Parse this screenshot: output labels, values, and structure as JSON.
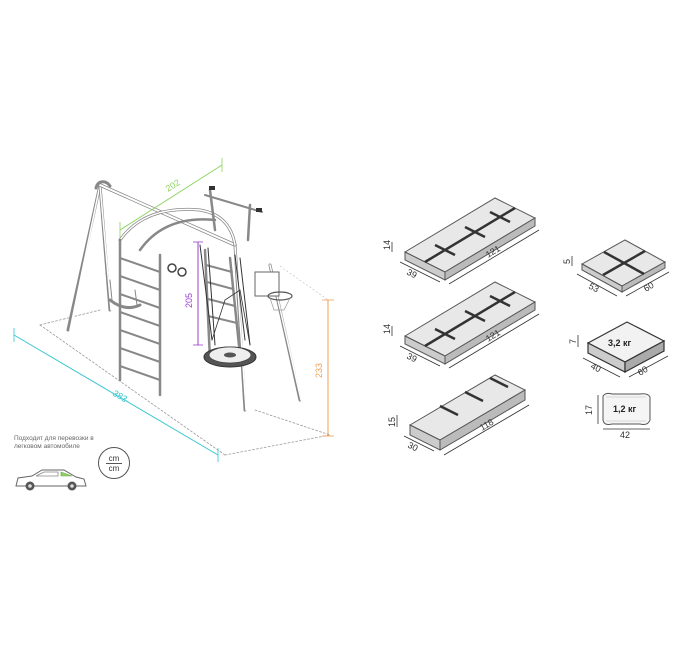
{
  "dimensions": {
    "width": "202",
    "height_bar": "205",
    "height_total": "233",
    "length": "383"
  },
  "colors": {
    "width": "#8dd35f",
    "height_bar": "#9b3fd1",
    "height_total": "#f0a050",
    "length": "#36c6cf",
    "frame": "#777777",
    "box_top": "#e8e8e8",
    "box_side": "#bbbbbb"
  },
  "transport_note": "Подходит для перевозки в легковом автомобиле",
  "units": {
    "top": "cm",
    "bottom": "cm"
  },
  "packages": [
    {
      "id": "box1",
      "height": "14",
      "depth": "39",
      "length": "121"
    },
    {
      "id": "box2",
      "height": "14",
      "depth": "39",
      "length": "121"
    },
    {
      "id": "box3",
      "height": "15",
      "depth": "30",
      "length": "118"
    },
    {
      "id": "box4",
      "height": "5",
      "depth": "53",
      "length": "60"
    },
    {
      "id": "box5",
      "height": "7",
      "depth": "40",
      "length": "60",
      "weight": "3,2 кг"
    },
    {
      "id": "bag",
      "height": "17",
      "length": "42",
      "weight": "1,2 кг"
    }
  ],
  "icons": [
    "car-icon",
    "unit-cm-icon"
  ]
}
